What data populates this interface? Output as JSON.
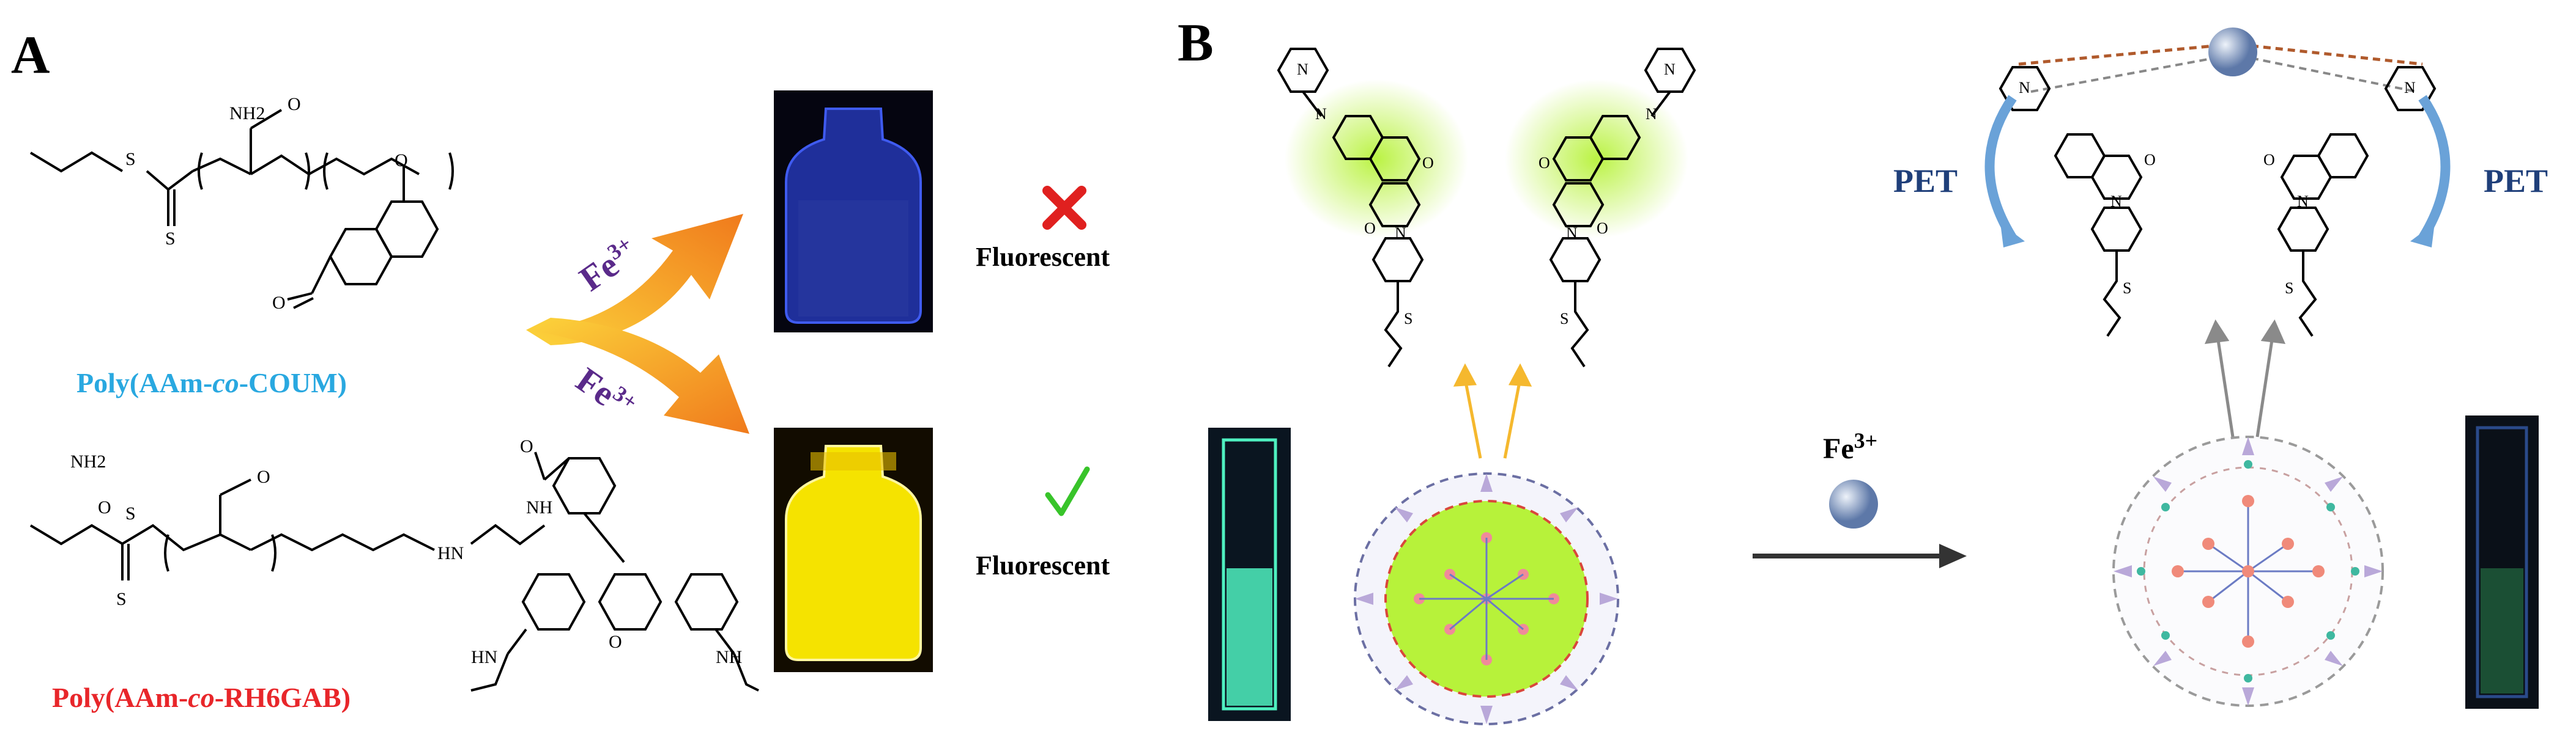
{
  "panelA": {
    "label": "A",
    "poly1": {
      "prefix": "Poly(AAm-",
      "italic": "co",
      "suffix": "-COUM)",
      "color": "#29a8e0"
    },
    "poly2": {
      "prefix": "Poly(AAm-",
      "italic": "co",
      "suffix": "-RH6GAB)",
      "color": "#e8262a"
    },
    "fe_top": {
      "base": "Fe",
      "sup": "3+"
    },
    "fe_bottom": {
      "base": "Fe",
      "sup": "3+"
    },
    "result_top": {
      "mark": "cross",
      "text": "Fluorescent"
    },
    "result_bottom": {
      "mark": "check",
      "text": "Fluorescent"
    },
    "atoms": {
      "nh2": "NH2",
      "o": "O",
      "s": "S",
      "hn": "HN",
      "nh": "NH"
    }
  },
  "panelB": {
    "label": "B",
    "fe": {
      "base": "Fe",
      "sup": "3+"
    },
    "pet_left": "PET",
    "pet_right": "PET",
    "atoms": {
      "n": "N",
      "o": "O",
      "s": "S"
    }
  },
  "colors": {
    "arrow_orange": "#f07a1c",
    "arrow_yellow": "#fcd43b",
    "vial_blue": "#1f2f9a",
    "vial_yellow": "#f5e300",
    "glow_green": "#b7f23a",
    "cuvette_green": "#4ff0c0",
    "pet_arrow": "#6aa2d8",
    "sphere": "#9bb4d6"
  }
}
